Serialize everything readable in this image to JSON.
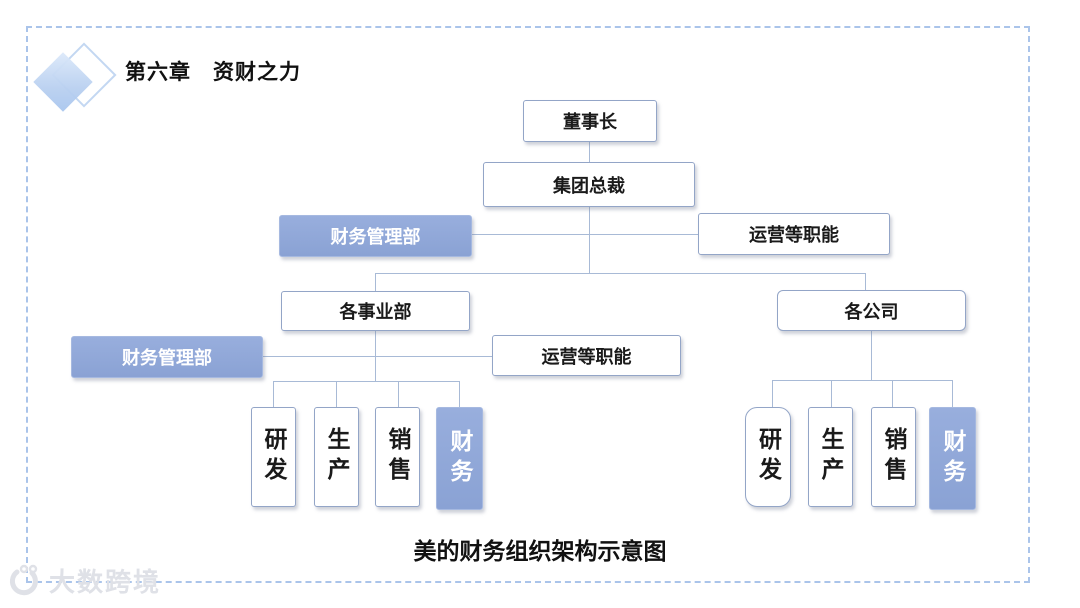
{
  "slide": {
    "chapter_label": "第六章　资财之力",
    "caption": "美的财务组织架构示意图",
    "watermark_text": "大数跨境"
  },
  "org_chart": {
    "chairman": "董事长",
    "group_president": "集团总裁",
    "finance_dept_level1": "财务管理部",
    "operations_level1": "运营等职能",
    "business_divisions": "各事业部",
    "subsidiaries": "各公司",
    "finance_dept_level2": "财务管理部",
    "operations_level2": "运营等职能",
    "division_children": [
      "研发",
      "生产",
      "销售",
      "财务"
    ],
    "company_children": [
      "研发",
      "生产",
      "销售",
      "财务"
    ]
  },
  "colors": {
    "highlight_box_fill": "#8DA5D7",
    "box_border": "#93A5C7",
    "connector_line": "#A8BAD6",
    "dashed_frame": "#AAC4EA",
    "watermark_gray": "#DFE1E7"
  }
}
